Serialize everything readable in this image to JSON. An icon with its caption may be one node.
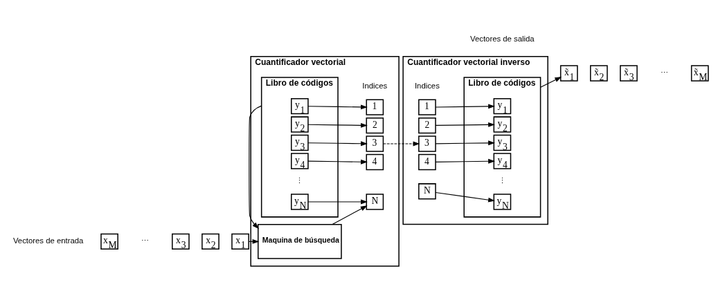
{
  "diagram": {
    "nodes": [
      {
        "text": [
          "Cuantificador vectorial"
        ]
      },
      {
        "text": [
          "Libro de códigos"
        ],
        "in": 0
      },
      {
        "text": [
          "y$_{1}$"
        ],
        "in": 1
      },
      {
        "text": [
          "y$_{2}$"
        ],
        "in": 1
      },
      {
        "text": [
          "y$_{3}$"
        ],
        "in": 1
      },
      {
        "text": [
          "y$_{4}$"
        ],
        "in": 1
      },
      {
        "text": [
          "y$_{N}$"
        ],
        "in": 1
      },
      {
        "text": [
          "1"
        ],
        "in": 0
      },
      {
        "text": [
          "2"
        ],
        "in": 0
      },
      {
        "text": [
          "3"
        ],
        "in": 0
      },
      {
        "text": [
          "4"
        ],
        "in": 0
      },
      {
        "text": [
          "N"
        ],
        "in": 0
      },
      {
        "text": [
          "Maquina de búsqueda"
        ],
        "in": 0
      },
      {
        "text": [
          "Cuantificador vectorial inverso"
        ]
      },
      {
        "text": [
          "Libro de códigos"
        ],
        "in": 13
      },
      {
        "text": [
          "y$_{1}$"
        ],
        "in": 14
      },
      {
        "text": [
          "y$_{2}$"
        ],
        "in": 14
      },
      {
        "text": [
          "y$_{3}$"
        ],
        "in": 14
      },
      {
        "text": [
          "y$_{4}$"
        ],
        "in": 14
      },
      {
        "text": [
          "y$_{N}$"
        ],
        "in": 14
      },
      {
        "text": [
          "1"
        ],
        "in": 13
      },
      {
        "text": [
          "2"
        ],
        "in": 13
      },
      {
        "text": [
          "3"
        ],
        "in": 13
      },
      {
        "text": [
          "4"
        ],
        "in": 13
      },
      {
        "text": [
          "N"
        ],
        "in": 13
      },
      {
        "text": [
          "x$_{M}$"
        ]
      },
      {
        "text": [
          "x$_{3}$"
        ]
      },
      {
        "text": [
          "x$_{2}$"
        ]
      },
      {
        "text": [
          "x$_{1}$"
        ]
      },
      {
        "text": [
          "x̃$_{1}$"
        ]
      },
      {
        "text": [
          "x̃$_{2}$"
        ]
      },
      {
        "text": [
          "x̃$_{3}$"
        ]
      },
      {
        "text": [
          "x̃$_{M}$"
        ]
      }
    ],
    "edges": [
      {
        "from": 2,
        "to": 7,
        "arrow": "to"
      },
      {
        "from": 3,
        "to": 8,
        "arrow": "to"
      },
      {
        "from": 4,
        "to": 9,
        "arrow": "to"
      },
      {
        "from": 5,
        "to": 10,
        "arrow": "to"
      },
      {
        "from": 6,
        "to": 11,
        "arrow": "to"
      },
      {
        "from": 1,
        "to": 12,
        "arrow": "to"
      },
      {
        "from": 28,
        "to": 12,
        "arrow": "to"
      },
      {
        "from": 12,
        "to": 11,
        "arrow": "to"
      },
      {
        "from": 9,
        "to": 22,
        "arrow": "to",
        "style": "dashed"
      },
      {
        "from": 20,
        "to": 15,
        "arrow": "to"
      },
      {
        "from": 21,
        "to": 16,
        "arrow": "to"
      },
      {
        "from": 22,
        "to": 17,
        "arrow": "to"
      },
      {
        "from": 23,
        "to": 18,
        "arrow": "to"
      },
      {
        "from": 24,
        "to": 19,
        "arrow": "to"
      },
      {
        "from": 14,
        "to": 29,
        "arrow": "to"
      }
    ],
    "labels": [
      "Indices",
      "⋮",
      "Indices",
      "⋮",
      "Vectores de entrada",
      "⋯",
      "Vectores de salida",
      "⋯"
    ]
  }
}
